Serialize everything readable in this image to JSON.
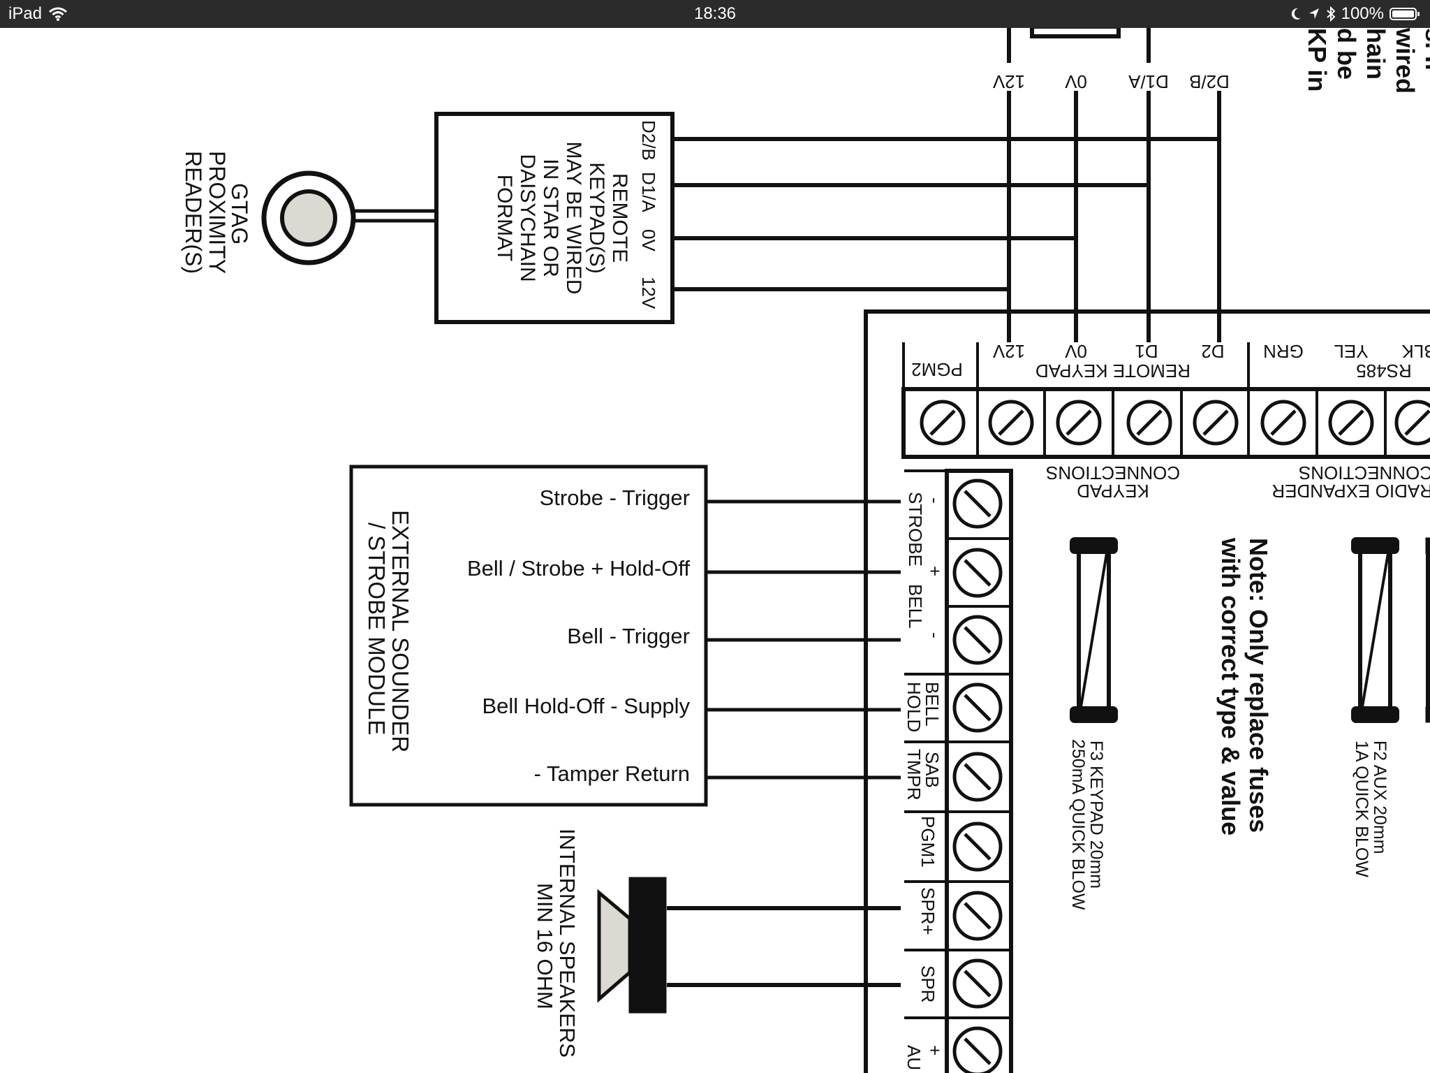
{
  "status_bar": {
    "device": "iPad",
    "time": "18:36",
    "battery": "100%",
    "icons": [
      "wifi-icon",
      "moon-icon",
      "location-arrow-icon",
      "bluetooth-icon",
      "battery-icon"
    ]
  },
  "diagram": {
    "top_fragment": {
      "line1": "s. If",
      "line2": "wired",
      "line3": "hain",
      "line4": "d be",
      "line5": "KP in"
    },
    "top_keypad_terminals": [
      "12V",
      "0V",
      "D1/A",
      "D2/B"
    ],
    "gtag_reader": {
      "line1": "GTAG",
      "line2": "PROXIMITY",
      "line3": "READER(S)"
    },
    "remote_keypad_box": {
      "pins": [
        "D2/B",
        "D1/A",
        "0V",
        "12V"
      ],
      "line1": "REMOTE",
      "line2": "KEYPAD(S)",
      "line3": "MAY BE WIRED",
      "line4": "IN STAR OR",
      "line5": "DAISYCHAIN",
      "line6": "FORMAT"
    },
    "board_top_labels": {
      "pgm2": "PGM2",
      "keypad_pins": [
        "12V",
        "0V",
        "D1",
        "D2"
      ],
      "keypad_group": "REMOTE KEYPAD",
      "rs485_pins": [
        "GRN",
        "YEL",
        "BLK"
      ],
      "rs485_group": "RS485",
      "keypad_connections_1": "KEYPAD",
      "keypad_connections_2": "CONNECTIONS",
      "radio_connections_1": "RADIO EXPANDER",
      "radio_connections_2": "CONNECTIONS"
    },
    "external_sounder": {
      "title1": "EXTERNAL SOUNDER",
      "title2": "/ STROBE MODULE",
      "terminals": [
        "Strobe - Trigger",
        "Bell / Strobe + Hold-Off",
        "Bell - Trigger",
        "Bell Hold-Off - Supply",
        "- Tamper Return"
      ]
    },
    "left_terminals": {
      "strobe_minus": "-",
      "strobe": "STROBE",
      "plus": "+",
      "bell": "BELL",
      "bell_minus": "-",
      "bell_hold_1": "BELL",
      "bell_hold_2": "HOLD",
      "sab_1": "SAB",
      "sab_2": "TMPR",
      "pgm1": "PGM1",
      "spr_plus": "SPR+",
      "spr": "SPR",
      "aux_plus": "+",
      "aux": "AU"
    },
    "speaker": {
      "line1": "INTERNAL SPEAKERS",
      "line2": "MIN 16 OHM"
    },
    "fuse_f3": {
      "line1": "F3 KEYPAD 20mm",
      "line2": "250mA QUICK BLOW"
    },
    "fuse_f2": {
      "line1": "F2 AUX 20mm",
      "line2": "1A QUICK BLOW"
    },
    "note": {
      "line1": "Note: Only replace fuses",
      "line2": "with correct type & value"
    }
  }
}
